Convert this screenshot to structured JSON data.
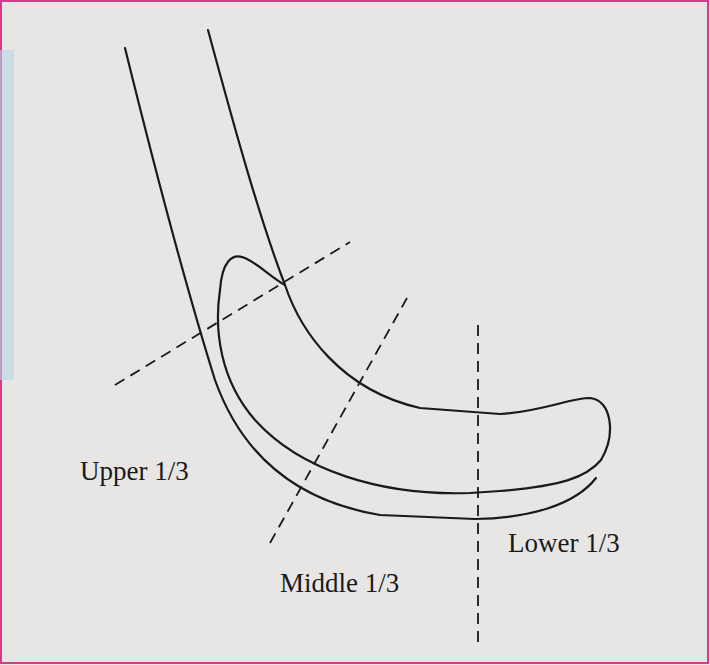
{
  "diagram": {
    "labels": [
      "Upper 1/3",
      "Middle 1/3",
      "Lower 1/3"
    ]
  }
}
